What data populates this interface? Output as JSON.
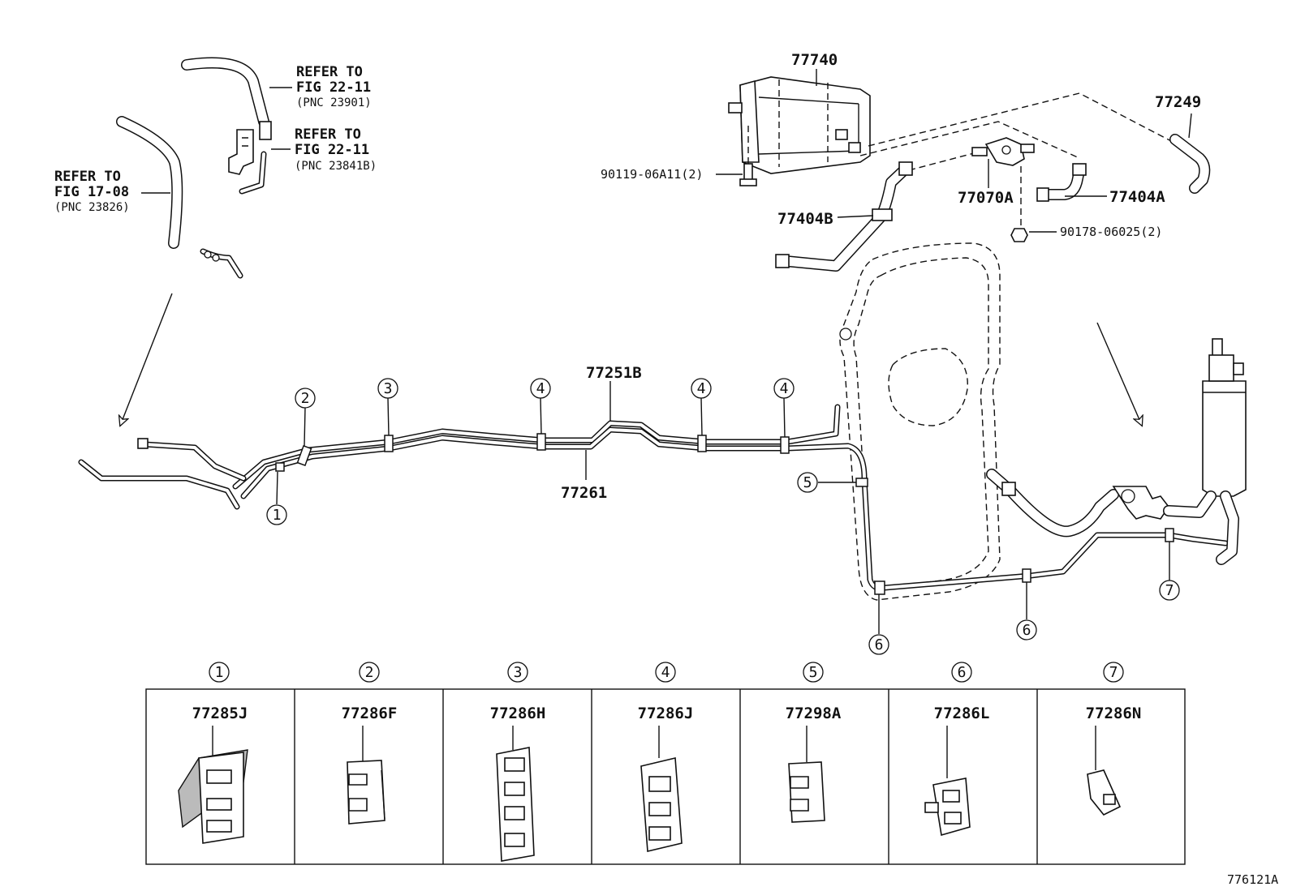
{
  "references": [
    {
      "line1": "REFER TO",
      "line2": "FIG 22-11",
      "pnc": "(PNC 23901)"
    },
    {
      "line1": "REFER TO",
      "line2": "FIG 22-11",
      "pnc": "(PNC 23841B)"
    },
    {
      "line1": "REFER TO",
      "line2": "FIG 17-08",
      "pnc": "(PNC 23826)"
    }
  ],
  "part_labels": {
    "canister": "77740",
    "hose_right": "77249",
    "bolt": "90119-06A11(2)",
    "valve": "77070A",
    "hose_a": "77404A",
    "hose_b": "77404B",
    "nut": "90178-06025(2)",
    "tube_upper": "77251B",
    "tube_lower": "77261"
  },
  "callouts": [
    "1",
    "2",
    "3",
    "4",
    "5",
    "6",
    "7"
  ],
  "clamp_table": [
    {
      "index": "1",
      "part": "77285J"
    },
    {
      "index": "2",
      "part": "77286F"
    },
    {
      "index": "3",
      "part": "77286H"
    },
    {
      "index": "4",
      "part": "77286J"
    },
    {
      "index": "5",
      "part": "77298A"
    },
    {
      "index": "6",
      "part": "77286L"
    },
    {
      "index": "7",
      "part": "77286N"
    }
  ],
  "figure_id": "776121A"
}
